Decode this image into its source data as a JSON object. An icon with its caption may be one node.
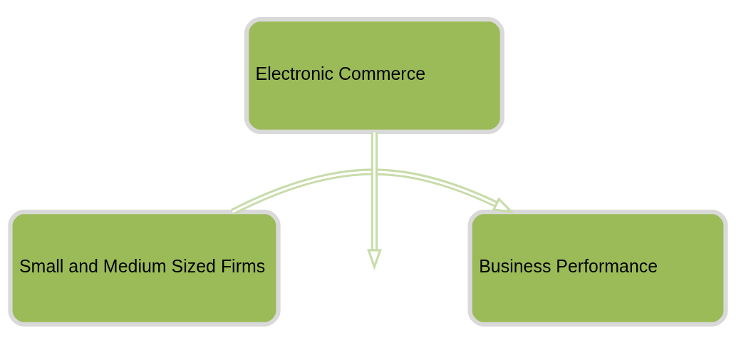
{
  "diagram": {
    "nodes": [
      {
        "text": [
          "Small and Medium Sized Firms"
        ]
      },
      {
        "text": [
          "Business Performance"
        ]
      },
      {
        "text": [
          "Electronic Commerce"
        ]
      }
    ],
    "edges": [
      {
        "from": 0,
        "to": 1,
        "arrow": "to"
      },
      {
        "from": 2,
        "to": null,
        "arrow": "to"
      }
    ]
  }
}
